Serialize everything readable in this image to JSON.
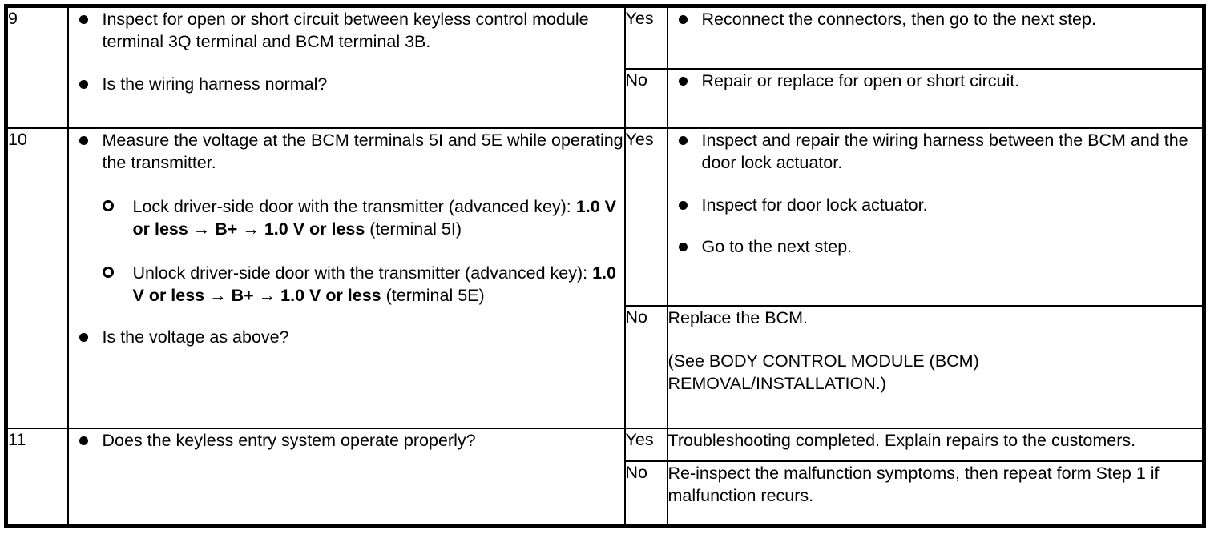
{
  "table": {
    "rows": [
      {
        "step": "9",
        "instructions": [
          {
            "marker": "dot",
            "text": "Inspect for open or short circuit between keyless control module terminal 3Q terminal and BCM terminal 3B."
          },
          {
            "marker": "dot",
            "text": "Is the wiring harness normal?"
          }
        ],
        "results": [
          {
            "label": "Yes",
            "items": [
              {
                "marker": "dot",
                "text": "Reconnect the connectors, then go to the next step."
              }
            ]
          },
          {
            "label": "No",
            "items": [
              {
                "marker": "dot",
                "text": "Repair or replace for open or short circuit."
              }
            ]
          }
        ]
      },
      {
        "step": "10",
        "instructions": [
          {
            "marker": "dot",
            "text": "Measure the voltage at the BCM terminals 5I and 5E while operating the transmitter."
          },
          {
            "marker": "dot",
            "text": "Is the voltage as above?"
          }
        ],
        "sub_items": [
          {
            "marker": "ring",
            "lead": "Lock driver-side door with the transmitter (advanced key): ",
            "bold1": "1.0 V or less",
            "arrow1": " → ",
            "bold2": "B+",
            "arrow2": " → ",
            "bold3": "1.0 V or less",
            "tail": " (terminal 5I)"
          },
          {
            "marker": "ring",
            "lead": "Unlock driver-side door with the transmitter (advanced key): ",
            "bold1": "1.0 V or less",
            "arrow1": " → ",
            "bold2": "B+",
            "arrow2": " → ",
            "bold3": "1.0 V or less",
            "tail": " (terminal 5E)"
          }
        ],
        "results": [
          {
            "label": "Yes",
            "items": [
              {
                "marker": "dot",
                "text": "Inspect and repair the wiring harness between the BCM and the door lock actuator."
              },
              {
                "marker": "dot",
                "text": "Inspect for door lock actuator."
              },
              {
                "marker": "dot",
                "text": "Go to the next step."
              }
            ]
          },
          {
            "label": "No",
            "paragraphs": [
              "Replace the BCM.",
              "(See BODY CONTROL MODULE (BCM) REMOVAL/INSTALLATION.)"
            ]
          }
        ]
      },
      {
        "step": "11",
        "instructions": [
          {
            "marker": "dot",
            "text": "Does the keyless entry system operate properly?"
          }
        ],
        "results": [
          {
            "label": "Yes",
            "paragraphs": [
              "Troubleshooting completed. Explain repairs to the customers."
            ]
          },
          {
            "label": "No",
            "paragraphs": [
              "Re-inspect the malfunction symptoms, then repeat form Step 1 if malfunction recurs."
            ]
          }
        ]
      }
    ]
  }
}
